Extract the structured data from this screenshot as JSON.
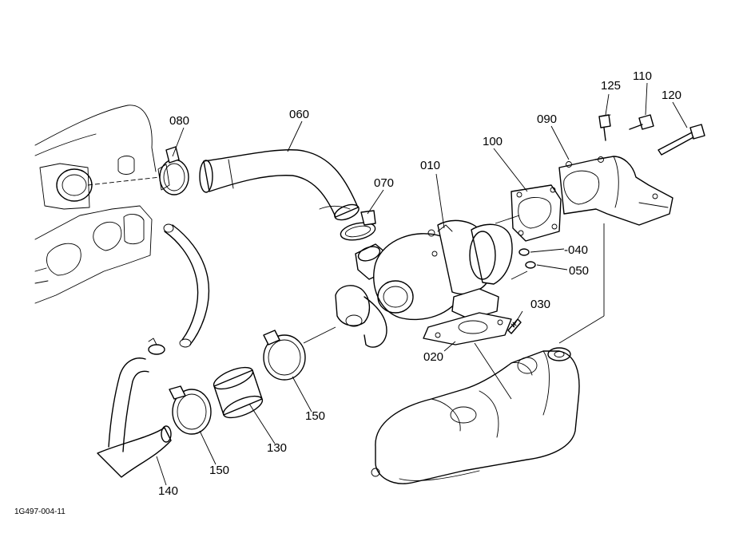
{
  "labels": {
    "p010": "010",
    "p020": "020",
    "p030": "030",
    "p040": "040",
    "p050": "050",
    "p060": "060",
    "p070": "070",
    "p080": "080",
    "p090": "090",
    "p100": "100",
    "p110": "110",
    "p120": "120",
    "p125": "125",
    "p130": "130",
    "p140": "140",
    "p150a": "150",
    "p150b": "150"
  },
  "diagram_code": "1G497-004-11"
}
